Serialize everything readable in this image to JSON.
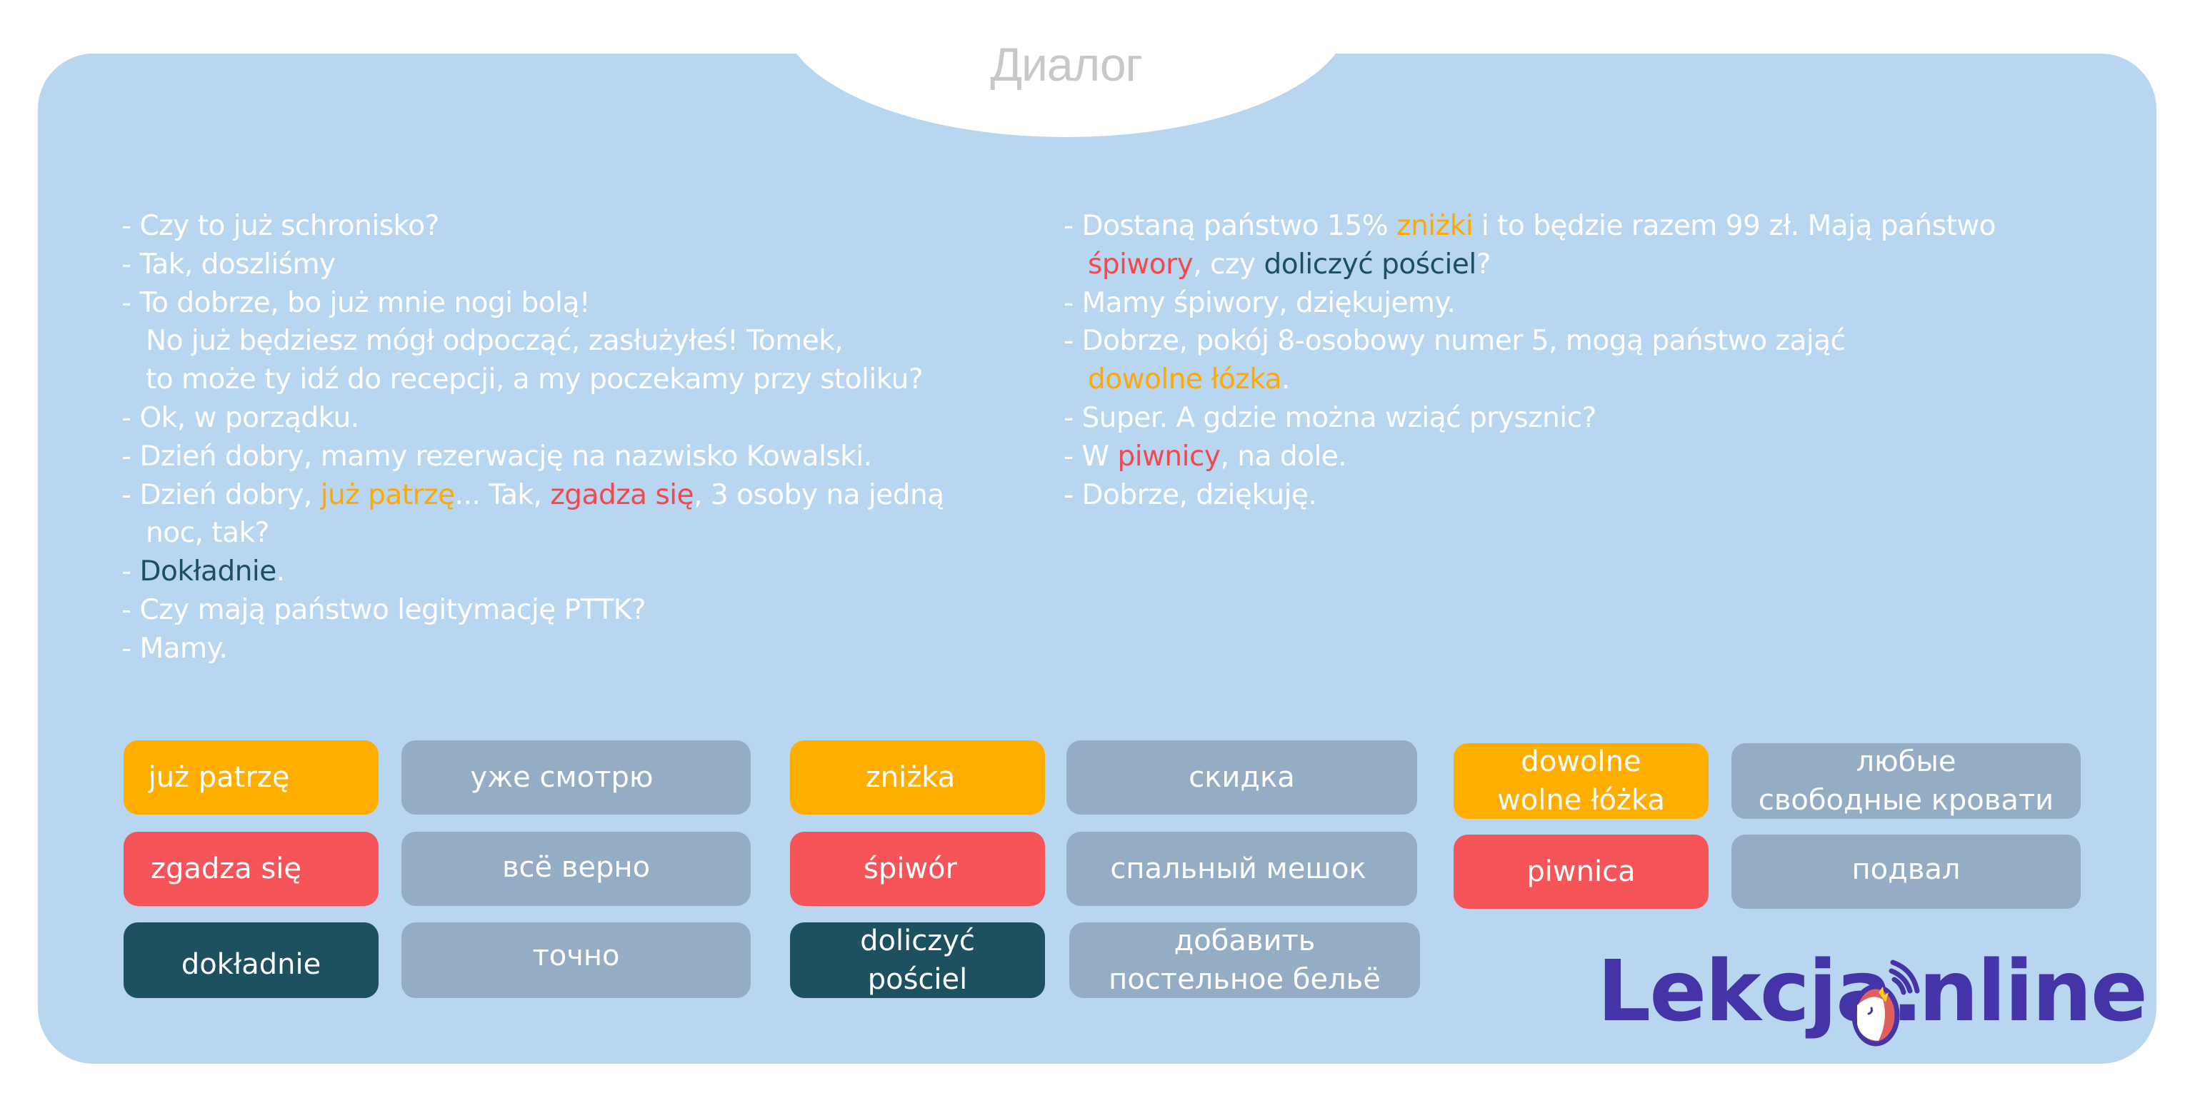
{
  "header": {
    "title": "Диалог"
  },
  "dialog": {
    "left": [
      {
        "cont": false,
        "parts": [
          {
            "t": "- Czy to już schronisko?",
            "c": ""
          }
        ]
      },
      {
        "cont": false,
        "parts": [
          {
            "t": "- Tak, doszliśmy",
            "c": ""
          }
        ]
      },
      {
        "cont": false,
        "parts": [
          {
            "t": "- To dobrze, bo już mnie nogi bolą!",
            "c": ""
          }
        ]
      },
      {
        "cont": true,
        "parts": [
          {
            "t": "No już będziesz mógł odpocząć, zasłużyłeś! Tomek,",
            "c": ""
          }
        ]
      },
      {
        "cont": true,
        "parts": [
          {
            "t": "to może ty idź do recepcji, a my poczekamy przy stoliku?",
            "c": ""
          }
        ]
      },
      {
        "cont": false,
        "parts": [
          {
            "t": "- Ok, w porządku.",
            "c": ""
          }
        ]
      },
      {
        "cont": false,
        "parts": [
          {
            "t": "- Dzień dobry, mamy rezerwację na nazwisko Kowalski.",
            "c": ""
          }
        ]
      },
      {
        "cont": false,
        "parts": [
          {
            "t": "- Dzień dobry, ",
            "c": ""
          },
          {
            "t": "już patrzę",
            "c": "orange"
          },
          {
            "t": "... Tak, ",
            "c": ""
          },
          {
            "t": "zgadza się",
            "c": "red"
          },
          {
            "t": ", 3 osoby na jedną",
            "c": ""
          }
        ]
      },
      {
        "cont": true,
        "parts": [
          {
            "t": "noc, tak?",
            "c": ""
          }
        ]
      },
      {
        "cont": false,
        "parts": [
          {
            "t": "- ",
            "c": ""
          },
          {
            "t": "Dokładnie",
            "c": "teal"
          },
          {
            "t": ".",
            "c": ""
          }
        ]
      },
      {
        "cont": false,
        "parts": [
          {
            "t": "- Czy mają państwo legitymację PTTK?",
            "c": ""
          }
        ]
      },
      {
        "cont": false,
        "parts": [
          {
            "t": "- Mamy.",
            "c": ""
          }
        ]
      }
    ],
    "right": [
      {
        "cont": false,
        "parts": [
          {
            "t": "- Dostaną państwo 15% ",
            "c": ""
          },
          {
            "t": "zniżki",
            "c": "orange"
          },
          {
            "t": " i to będzie razem 99 zł. Mają państwo",
            "c": ""
          }
        ]
      },
      {
        "cont": true,
        "parts": [
          {
            "t": "śpiwory",
            "c": "red"
          },
          {
            "t": ", czy ",
            "c": ""
          },
          {
            "t": "doliczyć pościel",
            "c": "teal"
          },
          {
            "t": "?",
            "c": ""
          }
        ]
      },
      {
        "cont": false,
        "parts": [
          {
            "t": "- Mamy śpiwory, dziękujemy.",
            "c": ""
          }
        ]
      },
      {
        "cont": false,
        "parts": [
          {
            "t": "- Dobrze, pokój 8-osobowy numer 5, mogą państwo zająć",
            "c": ""
          }
        ]
      },
      {
        "cont": true,
        "parts": [
          {
            "t": "dowolne łózka",
            "c": "orange"
          },
          {
            "t": ".",
            "c": ""
          }
        ]
      },
      {
        "cont": false,
        "parts": [
          {
            "t": "- Super. A gdzie można wziąć prysznic?",
            "c": ""
          }
        ]
      },
      {
        "cont": false,
        "parts": [
          {
            "t": "- W ",
            "c": ""
          },
          {
            "t": "piwnicy",
            "c": "red"
          },
          {
            "t": ", na dole.",
            "c": ""
          }
        ]
      },
      {
        "cont": false,
        "parts": [
          {
            "t": "- Dobrze, dziękuję.",
            "c": ""
          }
        ]
      }
    ]
  },
  "vocabulary": [
    {
      "pl": "już patrzę",
      "ru": "уже смотрю",
      "color": "orange"
    },
    {
      "pl": "zgadza się",
      "ru": "всё верно",
      "color": "red"
    },
    {
      "pl": "dokładnie",
      "ru": "точно",
      "color": "teal"
    },
    {
      "pl": "zniżka",
      "ru": "скидка",
      "color": "orange"
    },
    {
      "pl": "śpiwór",
      "ru": "спальный мешок",
      "color": "red"
    },
    {
      "pl": "doliczyć\npościel",
      "ru": "добавить\nпостельное бельё",
      "color": "teal"
    },
    {
      "pl": "dowolne\nwolne łóżka",
      "ru": "любые\nсвободные кровати",
      "color": "orange"
    },
    {
      "pl": "piwnica",
      "ru": "подвал",
      "color": "red"
    }
  ],
  "logo": {
    "text_left": "Lekcja.",
    "text_right": "nline"
  },
  "colors": {
    "panel": "#b8d6f0",
    "orange": "#ffae00",
    "red": "#f55459",
    "teal": "#1d5160",
    "gray": "#94acc4",
    "logo": "#4533a8"
  }
}
